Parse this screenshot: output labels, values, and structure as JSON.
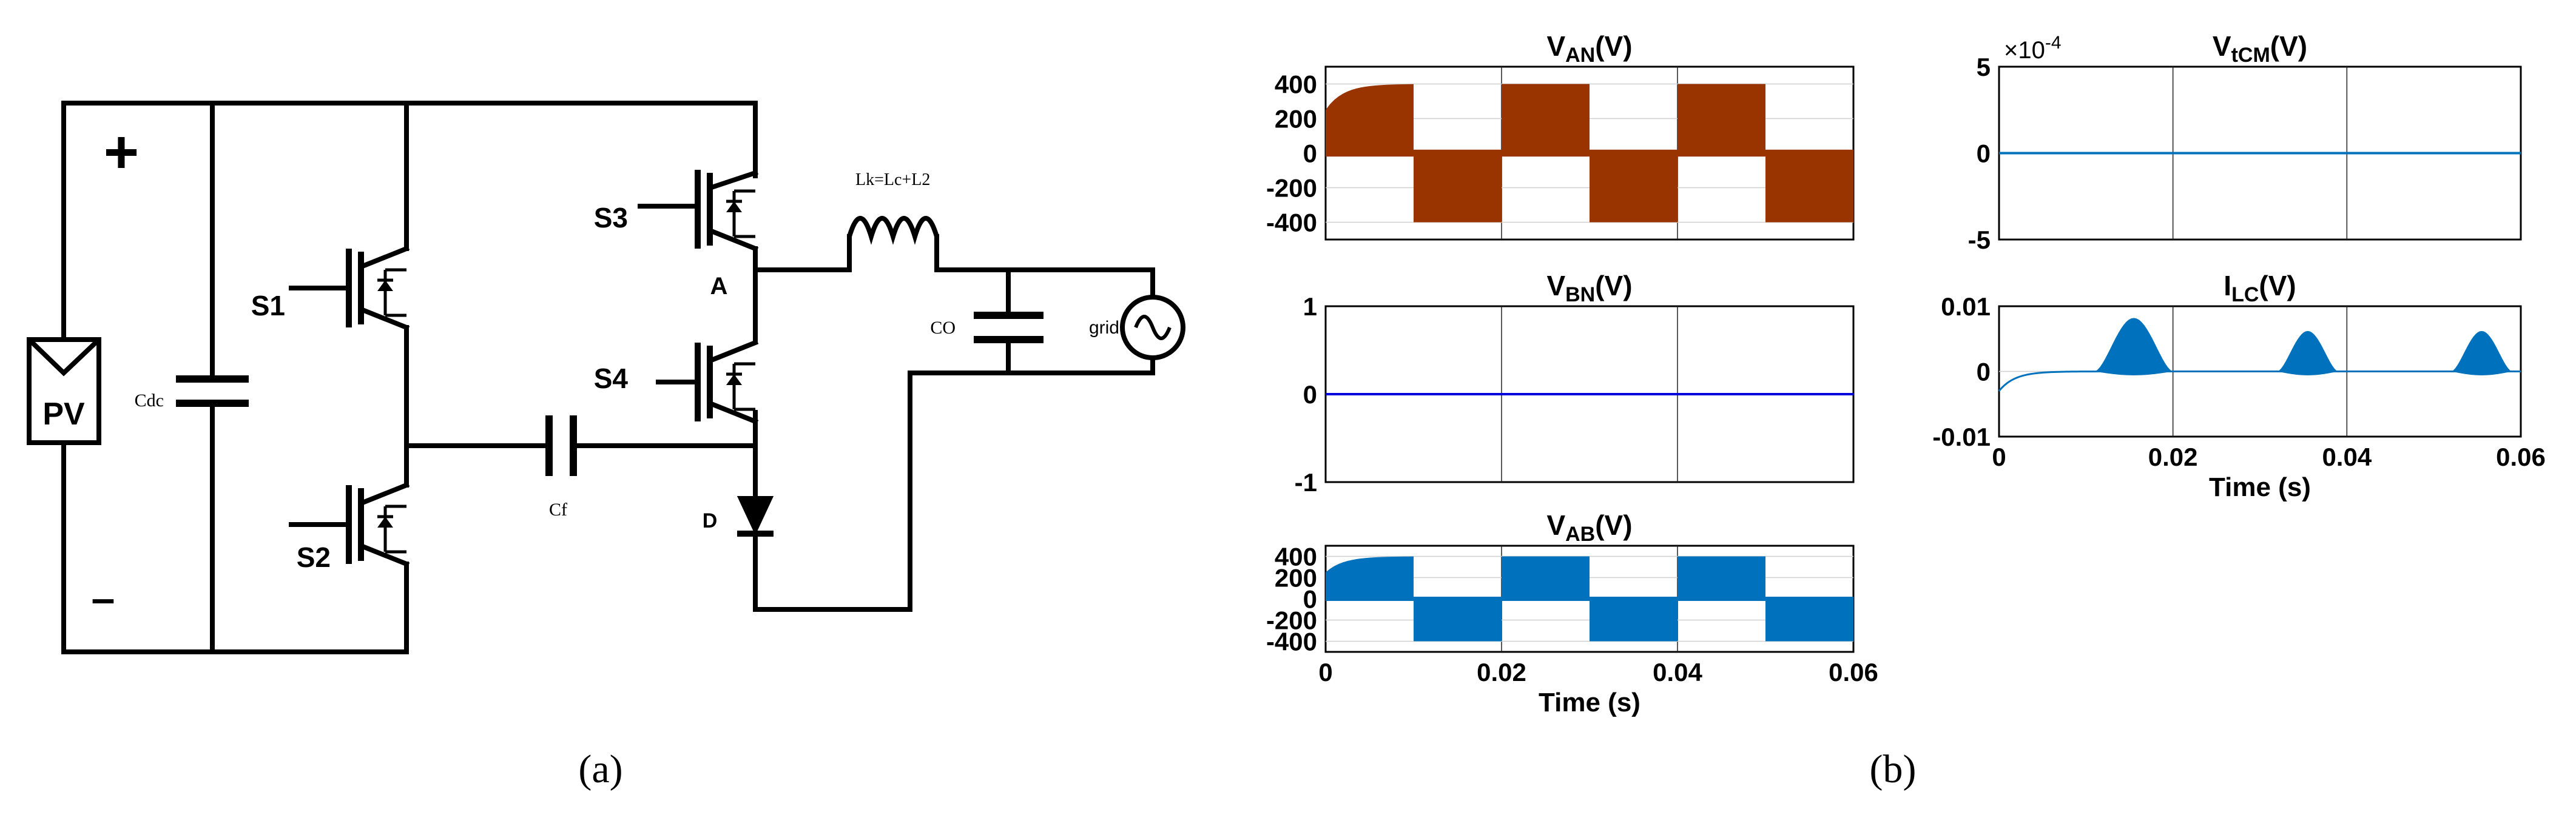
{
  "circuit": {
    "pv_label": "PV",
    "plus_label": "+",
    "minus_label": "–",
    "cdc_label": "Cdc",
    "s1_label": "S1",
    "s2_label": "S2",
    "s3_label": "S3",
    "s4_label": "S4",
    "node_a_label": "A",
    "cf_label": "Cf",
    "d_label": "D",
    "inductor_label": "Lk=Lc+L2",
    "co_label": "CO",
    "grid_label": "grid"
  },
  "captions": {
    "left": "(a)",
    "right": "(b)"
  },
  "chart_data": [
    {
      "type": "line",
      "title": "VAN(V)",
      "title_main": "V",
      "title_sub": "AN",
      "title_tail": "(V)",
      "xlabel": "",
      "ylabel": "",
      "xlim": [
        0,
        0.06
      ],
      "ylim": [
        -500,
        500
      ],
      "yticks": [
        400,
        200,
        0,
        -200,
        -400
      ],
      "ytick_labels": [
        "400",
        "200",
        "0",
        "-200",
        "-400"
      ],
      "xticks": [
        0,
        0.02,
        0.04,
        0.06
      ],
      "xtick_labels": [],
      "grid": true,
      "color": "#993300",
      "description_series": [
        {
          "name": "",
          "pattern": "square",
          "high": 400,
          "low": -400,
          "period": 0.02,
          "initial_rise": true
        }
      ]
    },
    {
      "type": "line",
      "title": "VBN(V)",
      "title_main": "V",
      "title_sub": "BN",
      "title_tail": "(V)",
      "xlabel": "",
      "ylabel": "",
      "xlim": [
        0,
        0.06
      ],
      "ylim": [
        -1,
        1
      ],
      "yticks": [
        1,
        0,
        -1
      ],
      "ytick_labels": [
        "1",
        "0",
        "-1"
      ],
      "xticks": [
        0,
        0.02,
        0.04,
        0.06
      ],
      "xtick_labels": [],
      "grid": true,
      "color": "#0000dd",
      "x": [
        0,
        0.06
      ],
      "y": [
        0,
        0
      ]
    },
    {
      "type": "line",
      "title": "VAB(V)",
      "title_main": "V",
      "title_sub": "AB",
      "title_tail": "(V)",
      "xlabel": "Time (s)",
      "ylabel": "",
      "xlim": [
        0,
        0.06
      ],
      "ylim": [
        -500,
        500
      ],
      "yticks": [
        400,
        200,
        0,
        -200,
        -400
      ],
      "ytick_labels": [
        "400",
        "200",
        "0",
        "-200",
        "-400"
      ],
      "xticks": [
        0,
        0.02,
        0.04,
        0.06
      ],
      "xtick_labels": [
        "0",
        "0.02",
        "0.04",
        "0.06"
      ],
      "grid": true,
      "color": "#0072bd"
    },
    {
      "type": "line",
      "title": "VtCM(V)",
      "title_main": "V",
      "title_sub": "tCM",
      "title_tail": "(V)",
      "xlabel": "",
      "ylabel": "",
      "xlim": [
        0,
        0.06
      ],
      "ylim": [
        -5,
        5
      ],
      "yticks": [
        5,
        0,
        -5
      ],
      "ytick_labels": [
        "5",
        "0",
        "-5"
      ],
      "xticks": [
        0,
        0.02,
        0.04,
        0.06
      ],
      "xtick_labels": [],
      "exponent_label": "×10",
      "exponent_power": "-4",
      "grid": true,
      "color": "#0072bd",
      "x": [
        0,
        0.06
      ],
      "y": [
        0,
        0
      ]
    },
    {
      "type": "line",
      "title": "ILC(V)",
      "title_main": "I",
      "title_sub": "LC",
      "title_tail": "(V)",
      "xlabel": "Time (s)",
      "ylabel": "",
      "xlim": [
        0,
        0.06
      ],
      "ylim": [
        -0.01,
        0.01
      ],
      "yticks": [
        0.01,
        0,
        -0.01
      ],
      "ytick_labels": [
        "0.01",
        "0",
        "-0.01"
      ],
      "xticks": [
        0,
        0.02,
        0.04,
        0.06
      ],
      "xtick_labels": [
        "0",
        "0.02",
        "0.04",
        "0.06"
      ],
      "grid": true,
      "color": "#0072bd",
      "bursts": [
        {
          "center": 0.0155,
          "half_width": 0.0045,
          "peak": 0.0082
        },
        {
          "center": 0.0355,
          "half_width": 0.0035,
          "peak": 0.0062
        },
        {
          "center": 0.0555,
          "half_width": 0.0035,
          "peak": 0.0062
        }
      ],
      "initial_value": -0.003
    }
  ]
}
